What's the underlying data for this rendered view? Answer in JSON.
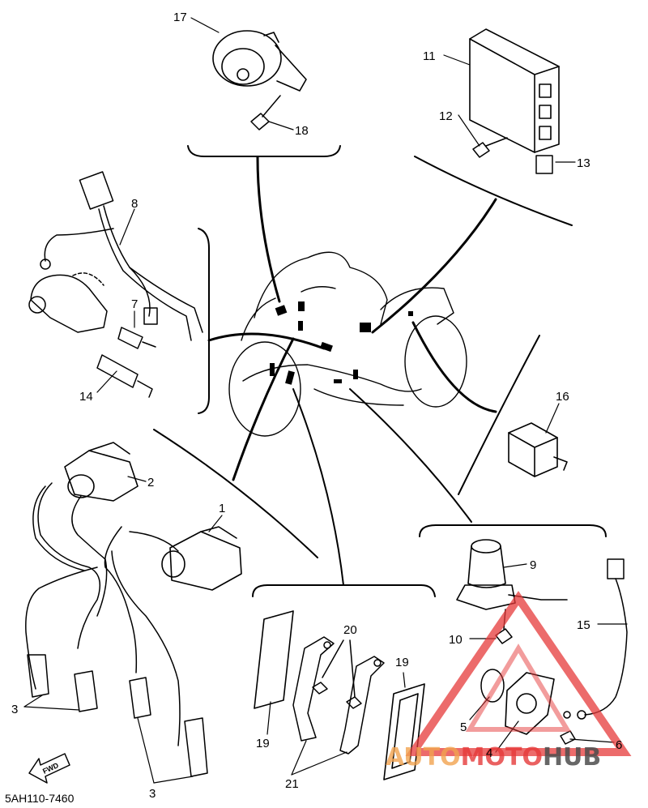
{
  "diagram_code": "5AH110-7460",
  "fwd_label": "FWD",
  "watermark": {
    "part1": "AUTO",
    "part2": "MOTO",
    "part3": "HUB",
    "color_light": "#f2a34f",
    "color_red": "#e63a3a",
    "color_dark": "#4d4d4d"
  },
  "callouts": {
    "c1": "1",
    "c2": "2",
    "c3a": "3",
    "c3b": "3",
    "c4": "4",
    "c5": "5",
    "c6": "6",
    "c7": "7",
    "c8": "8",
    "c9": "9",
    "c10": "10",
    "c11": "11",
    "c12": "12",
    "c13": "13",
    "c14": "14",
    "c15": "15",
    "c16": "16",
    "c17": "17",
    "c18": "18",
    "c19a": "19",
    "c19b": "19",
    "c20": "20",
    "c21": "21"
  }
}
